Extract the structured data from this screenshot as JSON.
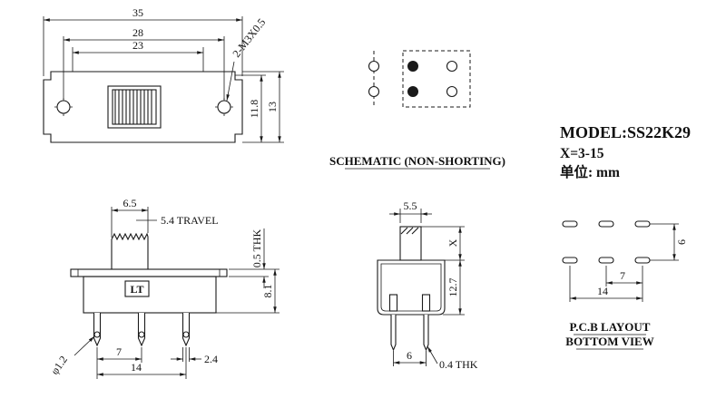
{
  "title_block": {
    "model": "MODEL:SS22K29",
    "x_range": "X=3-15",
    "unit": "单位: mm"
  },
  "top_view": {
    "dim_width_overall": "35",
    "dim_hole_spacing": "28",
    "dim_inner": "23",
    "dim_height_inner": "11.8",
    "dim_height_overall": "13",
    "thread_callout": "2-M3X0.5"
  },
  "schematic": {
    "caption": "SCHEMATIC (NON-SHORTING)"
  },
  "front_view": {
    "dim_knob_width": "6.5",
    "travel_callout": "5.4 TRAVEL",
    "thickness_callout": "0.5 THK",
    "dim_body_height": "8.1",
    "brand": "LT",
    "dim_pin_pitch": "7",
    "dim_pin_span": "14",
    "dim_pin_width": "2.4",
    "hole_callout": "φ1.2"
  },
  "side_view": {
    "dim_knob_width": "5.5",
    "dim_knob_height": "X",
    "dim_body_height": "12.7",
    "dim_pin_spacing": "6",
    "thickness_callout": "0.4 THK"
  },
  "pcb_layout": {
    "dim_row_spacing": "6",
    "dim_pad_pitch": "7",
    "dim_pad_span": "14",
    "caption_line1": "P.C.B LAYOUT",
    "caption_line2": "BOTTOM VIEW"
  }
}
